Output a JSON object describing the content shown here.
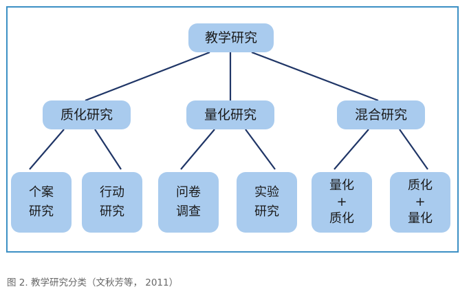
{
  "root": "教学研究",
  "level2": [
    "质化研究",
    "量化研究",
    "混合研究"
  ],
  "leaves": [
    [
      "个案",
      "研究"
    ],
    [
      "行动",
      "研究"
    ],
    [
      "问卷",
      "调查"
    ],
    [
      "实验",
      "研究"
    ],
    [
      "量化",
      "+",
      "质化"
    ],
    [
      "质化",
      "+",
      "量化"
    ]
  ],
  "caption": "图 2. 教学研究分类（文秋芳等， 2011）",
  "colors": {
    "border": "#3b8fc4",
    "node_fill": "#a9cbee",
    "line": "#1f3566"
  }
}
